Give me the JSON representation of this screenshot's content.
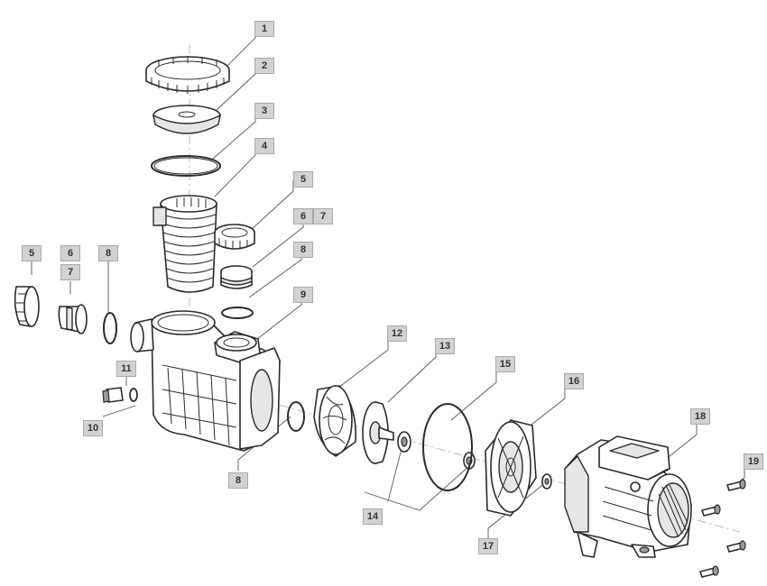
{
  "labels": {
    "l1": "1",
    "l2": "2",
    "l3": "3",
    "l4": "4",
    "l5a": "5",
    "l6a": "6",
    "l7a": "7",
    "l8a": "8",
    "l5b": "5",
    "l6b": "6",
    "l7b": "7",
    "l8b": "8",
    "l9": "9",
    "l10": "10",
    "l11": "11",
    "l12": "12",
    "l13": "13",
    "l14": "14",
    "l15": "15",
    "l16": "16",
    "l17": "17",
    "l18": "18",
    "l19": "19",
    "l8c": "8"
  },
  "colors": {
    "label_bg": "#d2d2d2",
    "label_border": "#a9a9a9",
    "line": "#2a2a2a"
  }
}
